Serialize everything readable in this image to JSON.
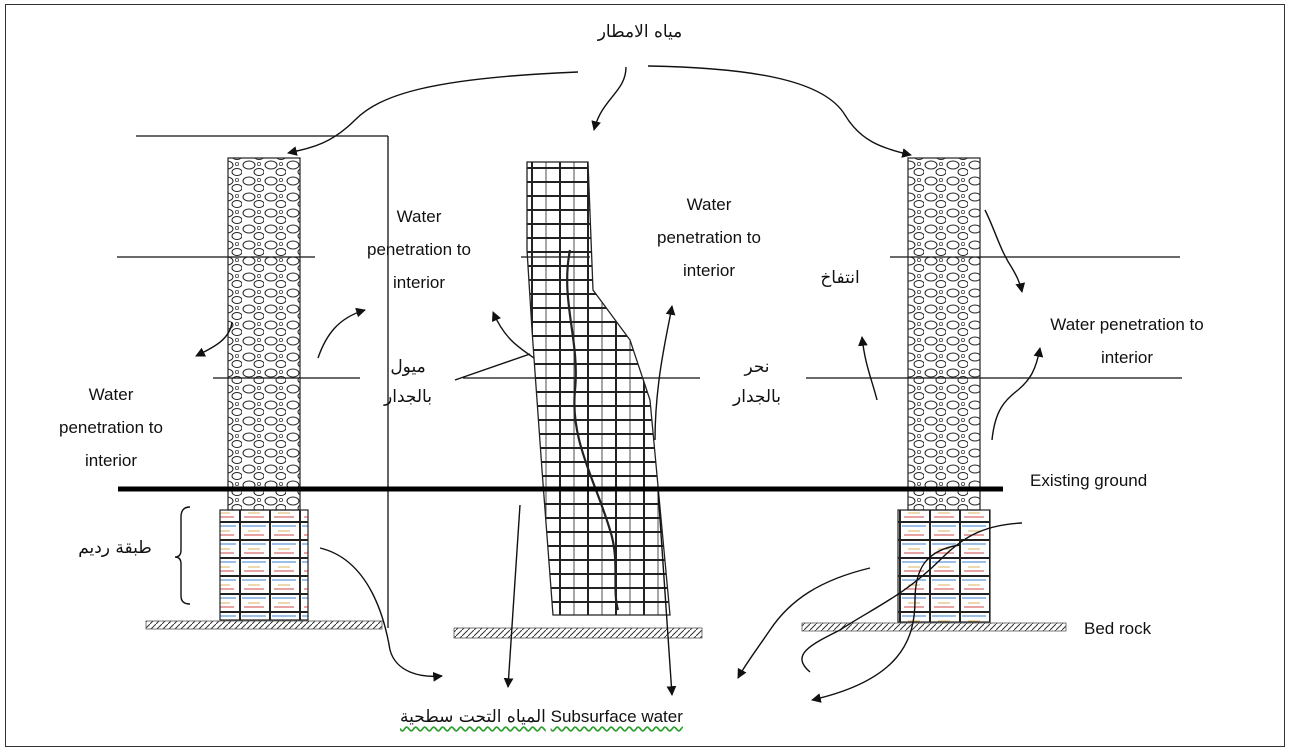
{
  "labels": {
    "rain_water": "مياه الامطار",
    "water_pen_top_left": [
      "Water",
      "penetration to",
      "interior"
    ],
    "water_pen_top_center": [
      "Water",
      "penetration to",
      "interior"
    ],
    "water_pen_right": [
      "Water penetration to",
      "interior"
    ],
    "water_pen_left": [
      "Water",
      "penetration to",
      "interior"
    ],
    "swelling": "انتفاخ",
    "wall_tilt": [
      "ميول",
      "بالجدار"
    ],
    "wall_erosion": [
      "نحر",
      "بالجدار"
    ],
    "existing_ground": "Existing ground",
    "fill_layer": "طبقة رديم",
    "bed_rock": "Bed rock",
    "subsurface_ar": "المياه التحت سطحية",
    "subsurface_en": "Subsurface water"
  }
}
